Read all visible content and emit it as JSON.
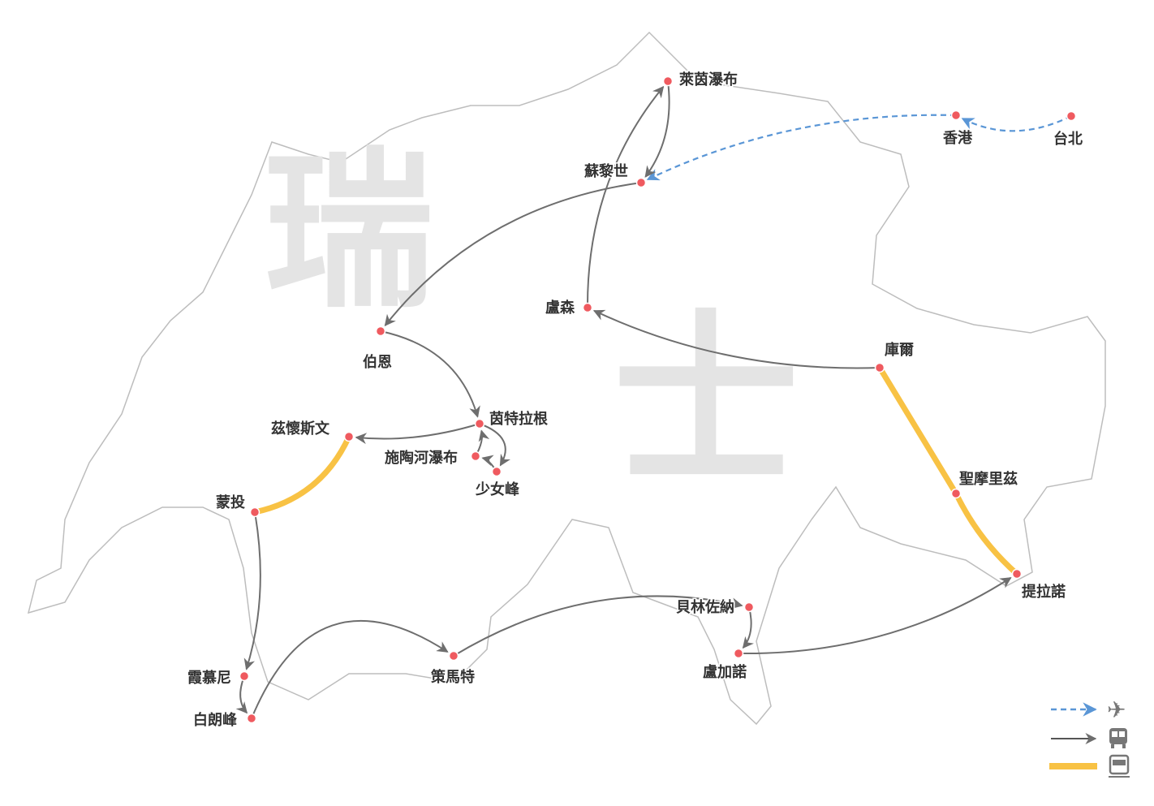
{
  "title": [
    "瑞",
    "士"
  ],
  "colors": {
    "air": "#5a96d6",
    "bus": "#6e6e6e",
    "train": "#f8c244",
    "dot": "#ef5a5f",
    "outline": "#bdbdbd"
  },
  "cities": [
    "萊茵瀑布",
    "香港",
    "台北",
    "蘇黎世",
    "盧森",
    "伯恩",
    "庫爾",
    "茵特拉根",
    "茲懷斯文",
    "施陶河瀑布",
    "少女峰",
    "聖摩里茲",
    "蒙投",
    "提拉諾",
    "貝林佐納",
    "策馬特",
    "盧加諾",
    "霞慕尼",
    "白朗峰"
  ],
  "routes": [
    {
      "from": "台北",
      "to": "香港",
      "mode": "air"
    },
    {
      "from": "香港",
      "to": "蘇黎世",
      "mode": "air"
    },
    {
      "from": "萊茵瀑布",
      "to": "蘇黎世",
      "mode": "bus"
    },
    {
      "from": "蘇黎世",
      "to": "伯恩",
      "mode": "bus"
    },
    {
      "from": "伯恩",
      "to": "茵特拉根",
      "mode": "bus"
    },
    {
      "from": "茵特拉根",
      "to": "少女峰",
      "mode": "bus"
    },
    {
      "from": "少女峰",
      "to": "施陶河瀑布",
      "mode": "bus"
    },
    {
      "from": "施陶河瀑布",
      "to": "茵特拉根",
      "mode": "bus"
    },
    {
      "from": "茵特拉根",
      "to": "茲懷斯文",
      "mode": "bus"
    },
    {
      "from": "茲懷斯文",
      "to": "蒙投",
      "mode": "train"
    },
    {
      "from": "蒙投",
      "to": "霞慕尼",
      "mode": "bus"
    },
    {
      "from": "霞慕尼",
      "to": "白朗峰",
      "mode": "bus"
    },
    {
      "from": "白朗峰",
      "to": "策馬特",
      "mode": "bus"
    },
    {
      "from": "策馬特",
      "to": "貝林佐納",
      "mode": "bus"
    },
    {
      "from": "貝林佐納",
      "to": "盧加諾",
      "mode": "bus"
    },
    {
      "from": "盧加諾",
      "to": "提拉諾",
      "mode": "bus"
    },
    {
      "from": "提拉諾",
      "to": "聖摩里茲",
      "mode": "train"
    },
    {
      "from": "聖摩里茲",
      "to": "庫爾",
      "mode": "train"
    },
    {
      "from": "庫爾",
      "to": "盧森",
      "mode": "bus"
    },
    {
      "from": "盧森",
      "to": "萊茵瀑布",
      "mode": "bus"
    }
  ],
  "legend": [
    {
      "mode": "air",
      "icon": "airplane-icon"
    },
    {
      "mode": "bus",
      "icon": "bus-icon"
    },
    {
      "mode": "train",
      "icon": "train-icon"
    }
  ]
}
